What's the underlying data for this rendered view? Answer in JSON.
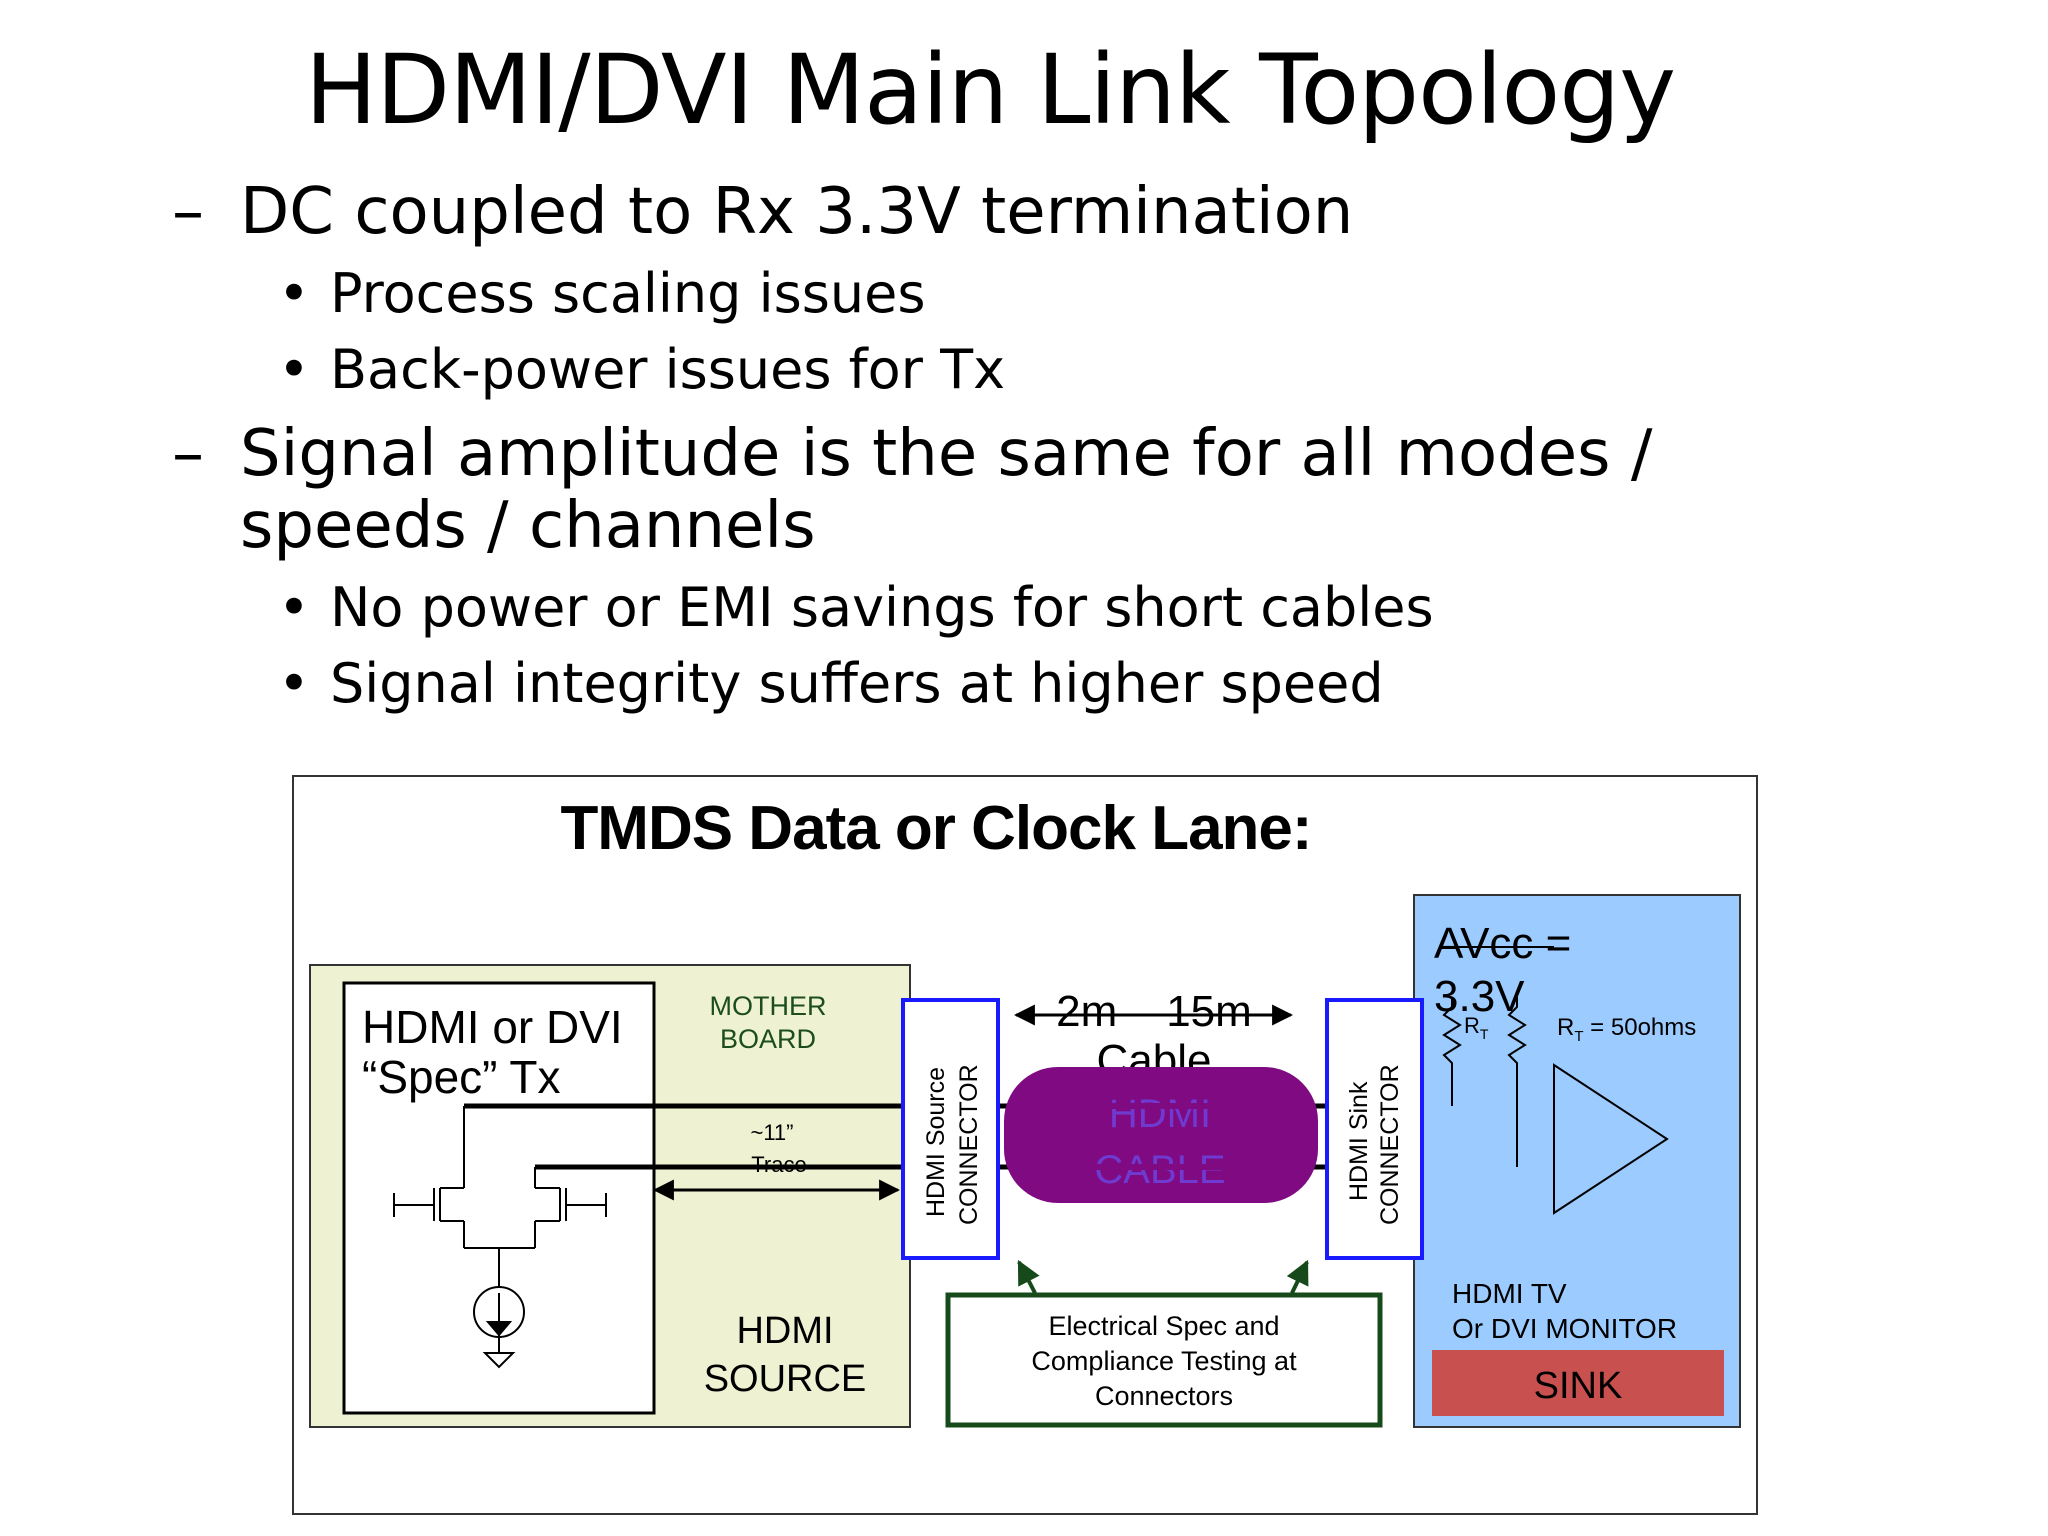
{
  "slide": {
    "title": "HDMI/DVI Main Link Topology",
    "bullets": [
      {
        "level": 1,
        "marker": "–",
        "text": "DC coupled to Rx 3.3V termination"
      },
      {
        "level": 2,
        "marker": "•",
        "text": "Process scaling issues"
      },
      {
        "level": 2,
        "marker": "•",
        "text": "Back-power issues for Tx"
      },
      {
        "level": 1,
        "marker": "–",
        "text": "Signal amplitude is the same for all modes /"
      },
      {
        "level": 1,
        "marker": "",
        "text": "speeds / channels"
      },
      {
        "level": 2,
        "marker": "•",
        "text": "No power or EMI savings for short cables"
      },
      {
        "level": 2,
        "marker": "•",
        "text": "Signal integrity suffers at higher speed"
      }
    ]
  },
  "diagram": {
    "title": "TMDS Data or Clock Lane:",
    "tx_label_line1": "HDMI or DVI",
    "tx_label_line2": "“Spec” Tx",
    "motherboard_line1": "MOTHER",
    "motherboard_line2": "BOARD",
    "trace_line1": "~11”",
    "trace_line2": "Trace",
    "source_line1": "HDMI",
    "source_line2": "SOURCE",
    "source_connector_line1": "HDMI Source",
    "source_connector_line2": "CONNECTOR",
    "cable_length_line1": "2m – 15m",
    "cable_length_line2": "Cable",
    "cable_line1": "HDMI",
    "cable_line2": "CABLE",
    "sink_connector_line1": "HDMI Sink",
    "sink_connector_line2": "CONNECTOR",
    "avcc_line1": "AVcc =",
    "avcc_line2": "3.3V",
    "rt_symbol": "R",
    "rt_subscript": "T",
    "rt_value": " = 50ohms",
    "compliance_line1": "Electrical Spec and",
    "compliance_line2": "Compliance Testing at",
    "compliance_line3": "Connectors",
    "sink_device_line1": "HDMI TV",
    "sink_device_line2": "Or DVI MONITOR",
    "sink_badge": "SINK",
    "colors": {
      "motherboard_fill": "#eef2d2",
      "sink_fill": "#9ccbff",
      "connector_border": "#1a1aff",
      "cable_fill": "#7f0a82",
      "cable_text": "#6f3ad0",
      "motherboard_text": "#1d4d1d",
      "compliance_border": "#174a1a",
      "sink_badge_fill": "#c8514f"
    }
  }
}
